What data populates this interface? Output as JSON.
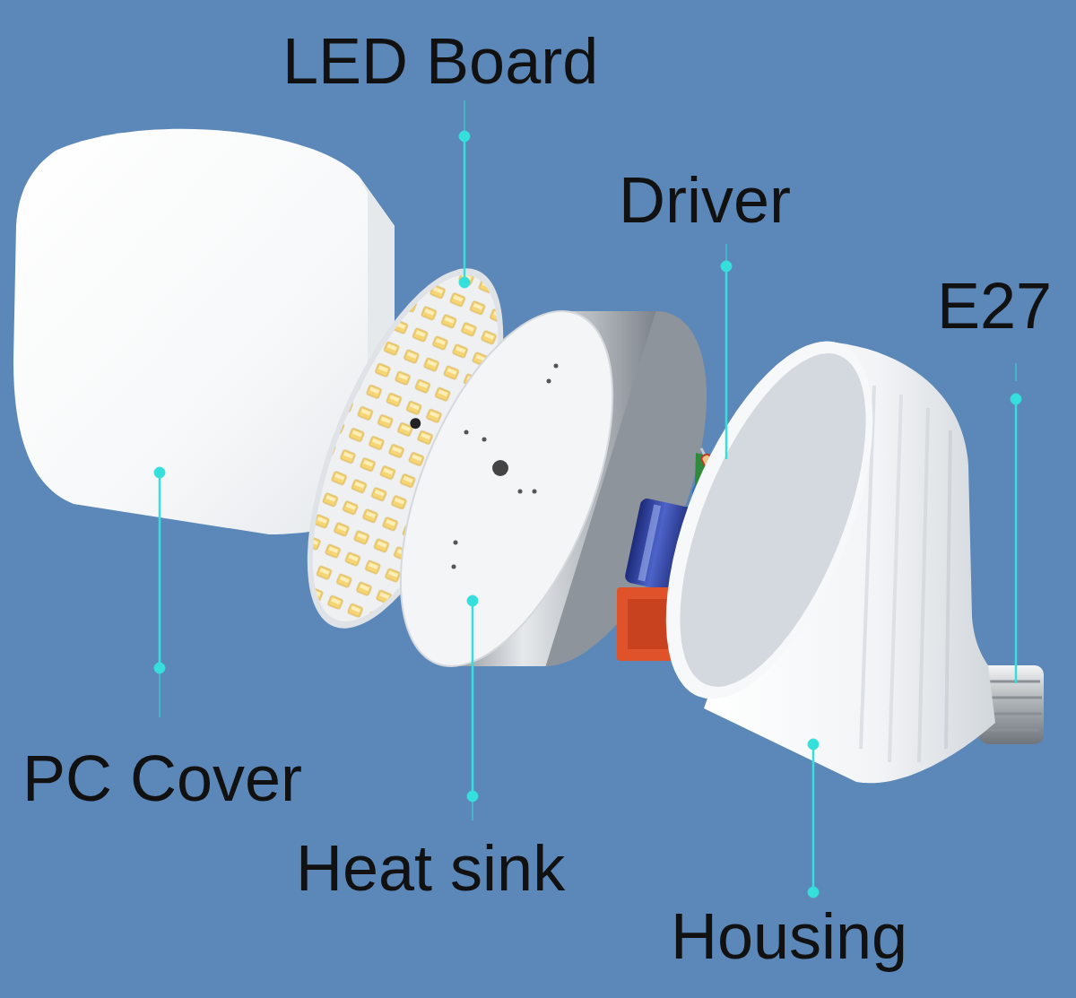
{
  "diagram": {
    "labels": [
      "LED Board",
      "Driver",
      "E27",
      "PC Cover",
      "Heat sink",
      "Housing"
    ]
  }
}
